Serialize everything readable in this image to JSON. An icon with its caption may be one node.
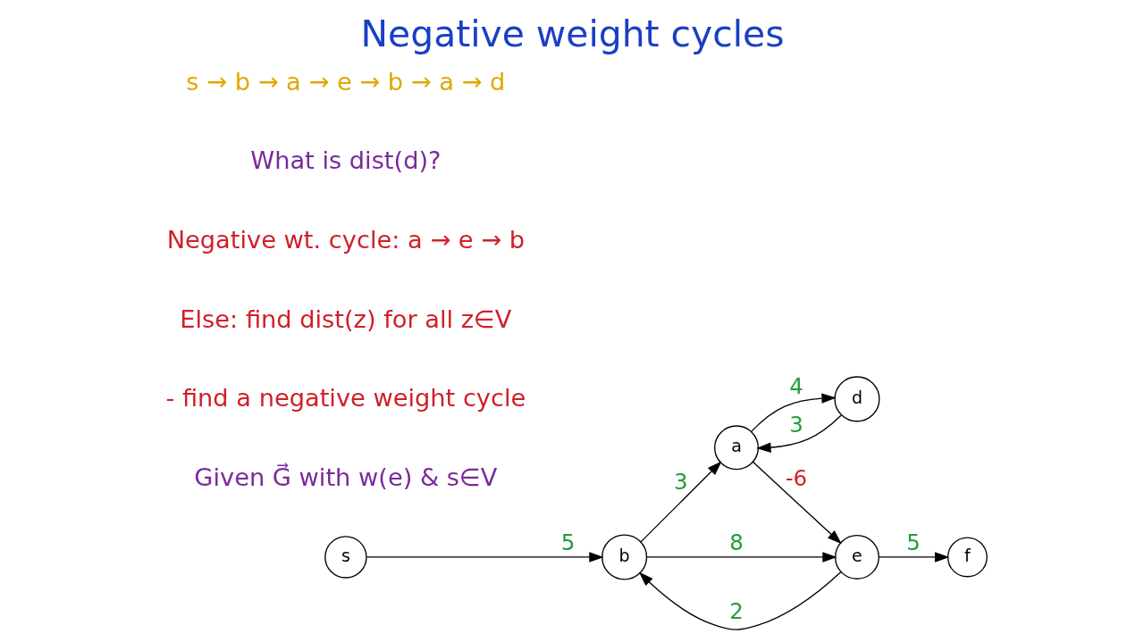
{
  "diagram": {
    "title": "Negative weight cycles",
    "nodes": [
      {
        "text": [
          "s"
        ]
      },
      {
        "text": [
          "b"
        ]
      },
      {
        "text": [
          "a"
        ]
      },
      {
        "text": [
          "d"
        ]
      },
      {
        "text": [
          "e"
        ]
      },
      {
        "text": [
          "f"
        ]
      }
    ],
    "edges": [
      {
        "from": 0,
        "to": 1,
        "arrow": "to",
        "label": "5"
      },
      {
        "from": 1,
        "to": 2,
        "arrow": "to",
        "label": "3"
      },
      {
        "from": 2,
        "to": 3,
        "arrow": "to",
        "label": "4"
      },
      {
        "from": 3,
        "to": 2,
        "arrow": "to",
        "label": "3"
      },
      {
        "from": 2,
        "to": 4,
        "arrow": "to",
        "label": "-6"
      },
      {
        "from": 4,
        "to": 1,
        "arrow": "to",
        "label": "2"
      },
      {
        "from": 1,
        "to": 4,
        "arrow": "to",
        "label": "8"
      },
      {
        "from": 4,
        "to": 5,
        "arrow": "to",
        "label": "5"
      }
    ],
    "labels": [
      "Given G⃗ with w(e) & s∈V",
      "- find a negative weight cycle",
      "Else: find dist(z) for all z∈V",
      "Negative wt. cycle: a → e → b",
      "What is dist(d)?",
      "s → b → a → e → b → a → d"
    ]
  }
}
